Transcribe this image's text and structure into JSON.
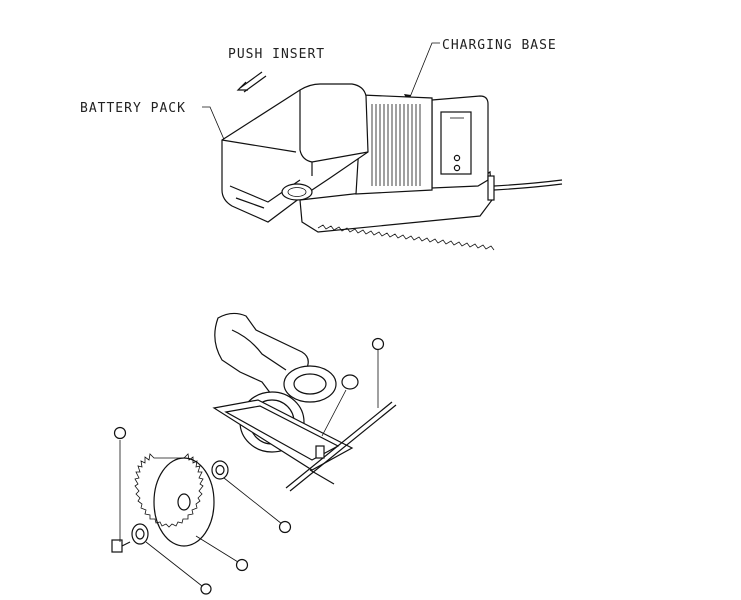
{
  "labels": {
    "push_insert": "PUSH INSERT",
    "charging_base": "CHARGING BASE",
    "battery_pack": "BATTERY PACK"
  },
  "callouts": [
    "",
    "",
    "",
    "",
    "",
    ""
  ]
}
